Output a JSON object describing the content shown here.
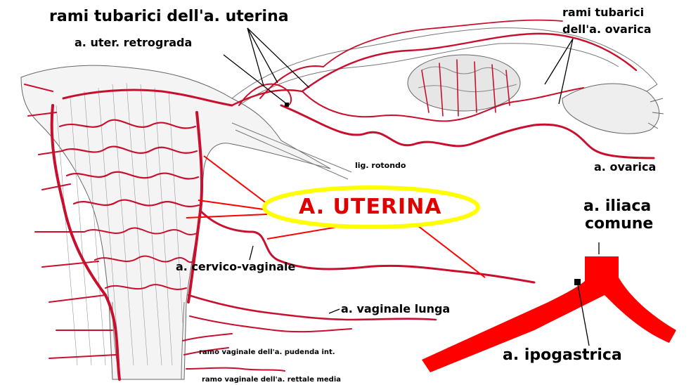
{
  "labels": {
    "rami_tubarici_uterina": "rami tubarici dell'a. uterina",
    "uter_retrograda": "a. uter. retrograda",
    "rami_tubarici_ovarica_1": "rami tubarici",
    "rami_tubarici_ovarica_2": "dell'a. ovarica",
    "lig_rotondo": "lig. rotondo",
    "ovarica": "a. ovarica",
    "uterina": "A. UTERINA",
    "iliaca_1": "a. iliaca",
    "iliaca_2": "comune",
    "cervico_vaginale": "a. cervico-vaginale",
    "vaginale_lunga": "a. vaginale lunga",
    "ramo_pudenda": "ramo vaginale dell'a. pudenda int.",
    "ramo_rettale": "ramo vaginale dell'a. rettale media",
    "ipogastrica": "a. ipogastrica"
  },
  "colors": {
    "artery": "#c8102e",
    "artery_light": "#e8505f",
    "tissue_line": "#555555",
    "highlight_artery": "#ff0000",
    "ellipse": "#ffff00",
    "uterina_text": "#e00000",
    "pointer": "#ff0000"
  }
}
